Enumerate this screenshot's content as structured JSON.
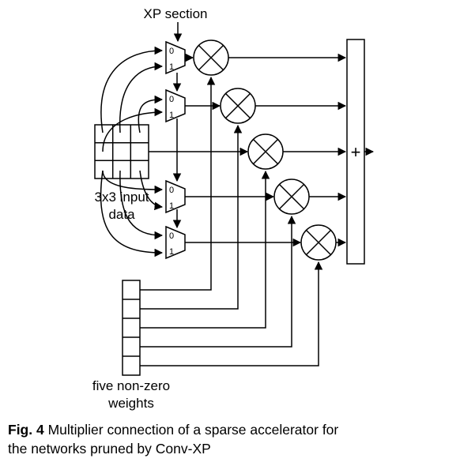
{
  "labels": {
    "section": "XP section",
    "input_line1": "3x3 input",
    "input_line2": "data",
    "weights_line1": "five non-zero",
    "weights_line2": "weights",
    "mux_zero": "0",
    "mux_one": "1",
    "adder": "+"
  },
  "caption": {
    "prefix": "Fig. 4",
    "line1": " Multiplier connection of a sparse accelerator for",
    "line2": "the networks pruned by Conv-XP"
  }
}
